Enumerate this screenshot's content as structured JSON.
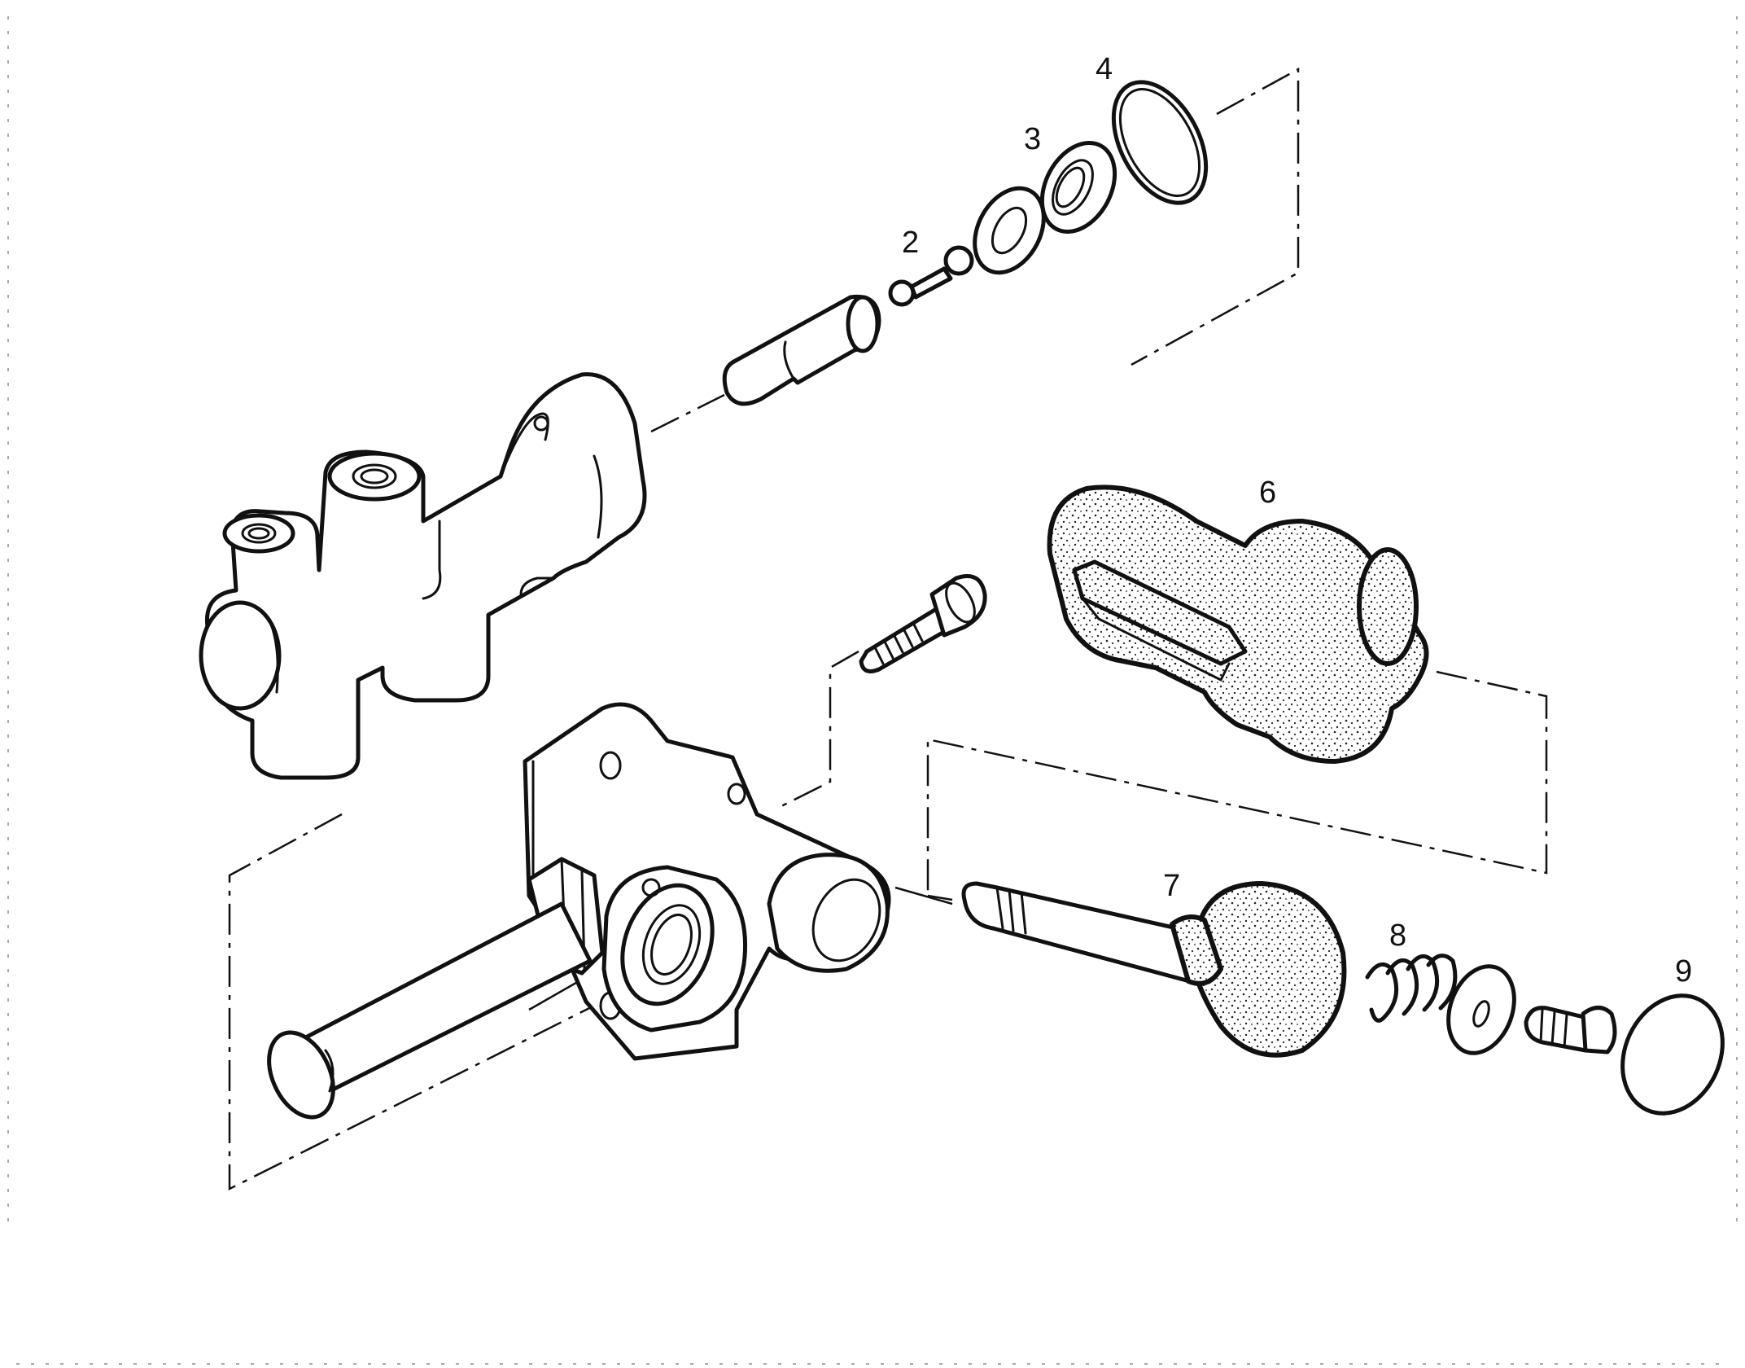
{
  "diagram": {
    "callouts": [
      {
        "id": "2",
        "label": "2"
      },
      {
        "id": "3",
        "label": "3"
      },
      {
        "id": "4",
        "label": "4"
      },
      {
        "id": "6",
        "label": "6"
      },
      {
        "id": "7",
        "label": "7"
      },
      {
        "id": "8",
        "label": "8"
      },
      {
        "id": "9",
        "label": "9"
      }
    ]
  },
  "colors": {
    "ink": "#111111",
    "paper": "#ffffff"
  }
}
